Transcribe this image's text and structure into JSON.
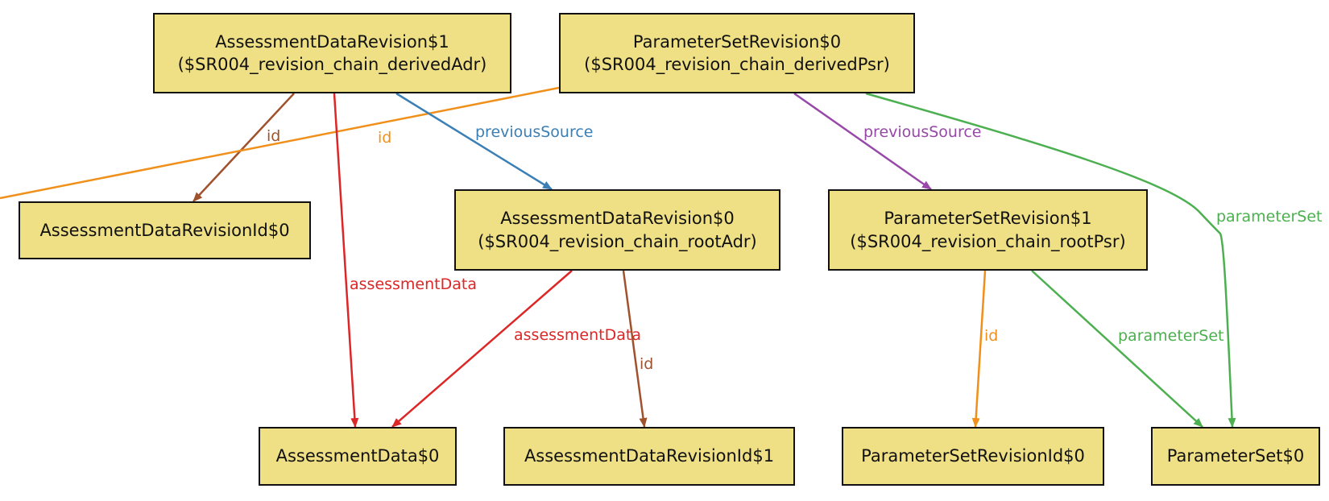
{
  "colors": {
    "node_fill": "#efe085",
    "brown": "#a0522d",
    "orange": "#f0901a",
    "red": "#dd2626",
    "blue": "#3a7fb6",
    "purple": "#9748a8",
    "green": "#4caf50"
  },
  "nodes": {
    "adr1": {
      "title": "AssessmentDataRevision$1",
      "subtitle": "($SR004_revision_chain_derivedAdr)"
    },
    "psr0": {
      "title": "ParameterSetRevision$0",
      "subtitle": "($SR004_revision_chain_derivedPsr)"
    },
    "adrid0": {
      "title": "AssessmentDataRevisionId$0"
    },
    "adr0": {
      "title": "AssessmentDataRevision$0",
      "subtitle": "($SR004_revision_chain_rootAdr)"
    },
    "psr1": {
      "title": "ParameterSetRevision$1",
      "subtitle": "($SR004_revision_chain_rootPsr)"
    },
    "ad0": {
      "title": "AssessmentData$0"
    },
    "adrid1": {
      "title": "AssessmentDataRevisionId$1"
    },
    "psrid0": {
      "title": "ParameterSetRevisionId$0"
    },
    "ps0": {
      "title": "ParameterSet$0"
    }
  },
  "edges": {
    "adr1_id": "id",
    "psr0_id": "id",
    "adr1_prev": "previousSource",
    "psr0_prev": "previousSource",
    "adr1_ad": "assessmentData",
    "psr0_ps": "parameterSet",
    "adr0_ad": "assessmentData",
    "adr0_id": "id",
    "psr1_id": "id",
    "psr1_ps": "parameterSet"
  }
}
